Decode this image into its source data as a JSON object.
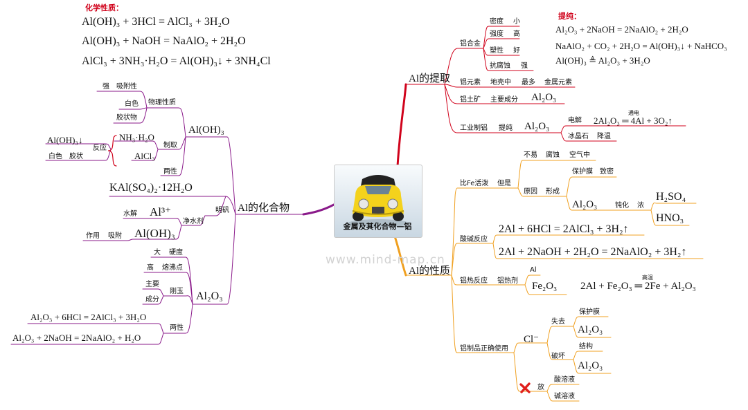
{
  "center": {
    "title": "金属及其化合物—铝"
  },
  "watermark": "www.mind-map.cn",
  "chem_props": {
    "label": "化学性质：",
    "eq1": "Al(OH)₃ + 3HCl = AlCl₃ + 3H₂O",
    "eq2": "Al(OH)₃ + NaOH = NaAlO₂ + 2H₂O",
    "eq3": "AlCl₃ + 3NH₃·H₂O = Al(OH)₃↓ + 3NH₄Cl"
  },
  "purify": {
    "label": "提纯：",
    "eq1": "Al₂O₃ + 2NaOH = 2NaAlO₂ + 2H₂O",
    "eq2": "NaAlO₂ + CO₂ + 2H₂O = Al(OH)₃↓ + NaHCO₃",
    "eq3": "Al(OH)₃ ≜ Al₂O₃ + 3H₂O"
  },
  "extraction": {
    "label": "Al的提取",
    "alloy": {
      "label": "铝合金",
      "rows": [
        {
          "k": "密度",
          "v": "小"
        },
        {
          "k": "强度",
          "v": "高"
        },
        {
          "k": "塑性",
          "v": "好"
        },
        {
          "k": "抗腐蚀",
          "v": "强"
        }
      ]
    },
    "element": {
      "label": "铝元素",
      "a": "地壳中",
      "b": "最多",
      "c": "金属元素"
    },
    "ore": {
      "label": "铝土矿",
      "comp": "主要成分",
      "formula": "Al₂O₃"
    },
    "industry": {
      "label": "工业制铝",
      "purify": "提纯",
      "formula": "Al₂O₃",
      "electrolysis": "电解",
      "eq": "2Al₂O₃ ═ 4Al + 3O₂↑",
      "cond": "通电",
      "cryolite": "冰晶石",
      "lower": "降温"
    }
  },
  "compounds": {
    "label": "Al的化合物",
    "aloh3": {
      "label": "Al(OH)₃",
      "physical": {
        "label": "物理性质",
        "adsorb_a": "强",
        "adsorb_b": "吸附性",
        "white": "白色",
        "colloid": "胶状物"
      },
      "prep": {
        "label": "制取",
        "nh3": "NH₃·H₂O",
        "alcl3": "AlCl₃",
        "reaction": "反应",
        "result": "Al(OH)₃↓",
        "white": "白色",
        "gel": "胶状"
      },
      "amphoteric": "两性"
    },
    "alum": {
      "label": "明矾",
      "formula": "KAl(SO₄)₂·12H₂O",
      "water": "净水剂",
      "hydrolysis": "水解",
      "al3": "Al³⁺",
      "aloh3": "Al(OH)₃",
      "use": "作用",
      "adsorb": "吸附"
    },
    "al2o3": {
      "label": "Al₂O₃",
      "big": "大",
      "hardness": "硬度",
      "high": "高",
      "mp": "熔沸点",
      "main": "主要",
      "comp": "成分",
      "corundum": "刚玉",
      "amphoteric": "两性",
      "eq1": "Al₂O₃ + 6HCl = 2AlCl₃ + 3H₂O",
      "eq2": "Al₂O₃ + 2NaOH = 2NaAlO₂ + H₂O"
    }
  },
  "properties": {
    "label": "Al的性质",
    "reactivity": {
      "label": "比Fe活泼",
      "but": "但是",
      "noteasy": "不易",
      "corrode": "腐蚀",
      "air": "空气中",
      "reason": "原因",
      "form": "形成",
      "film": "保护膜",
      "dense": "致密",
      "oxide": "Al₂O₃",
      "passivate": "钝化",
      "conc": "浓",
      "h2so4": "H₂SO₄",
      "hno3": "HNO₃"
    },
    "acidbase": {
      "label": "酸碱反应",
      "eq1": "2Al + 6HCl = 2AlCl₃ + 3H₂↑",
      "eq2": "2Al + 2NaOH + 2H₂O = 2NaAlO₂ + 3H₂↑"
    },
    "thermite": {
      "label": "铝热反应",
      "agent": "铝热剂",
      "al": "Al",
      "fe2o3": "Fe₂O₃",
      "eq": "2Al + Fe₂O₃ ═ 2Fe + Al₂O₃",
      "cond": "高温"
    },
    "usage": {
      "label": "铝制品正确使用",
      "cl": "Cl⁻",
      "lose": "失去",
      "film": "保护膜",
      "al2o3a": "Al₂O₃",
      "destroy": "破坏",
      "structure": "结构",
      "al2o3b": "Al₂O₃",
      "put": "放",
      "acid": "酸溶液",
      "base": "碱溶液"
    }
  },
  "colors": {
    "red": "#d0021b",
    "orange": "#f0a020",
    "purple": "#8a1a8a"
  }
}
